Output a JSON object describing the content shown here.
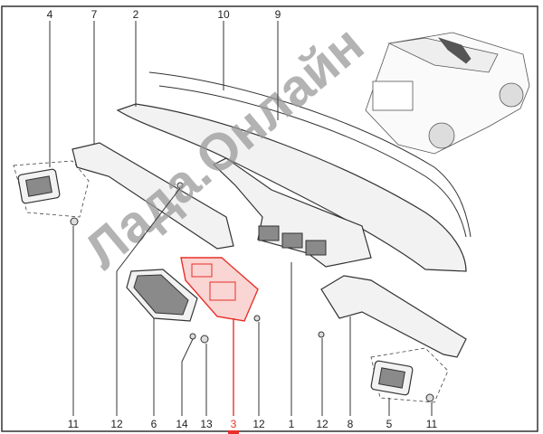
{
  "diagram": {
    "watermark": "Лада.Онлайн",
    "highlight_color": "#e8302a",
    "top_callouts": [
      "4",
      "7",
      "2",
      "10",
      "9"
    ],
    "bottom_callouts": [
      "11",
      "12",
      "6",
      "14",
      "13",
      "3",
      "12",
      "1",
      "12",
      "8",
      "5",
      "11"
    ],
    "selected_part": "3"
  }
}
